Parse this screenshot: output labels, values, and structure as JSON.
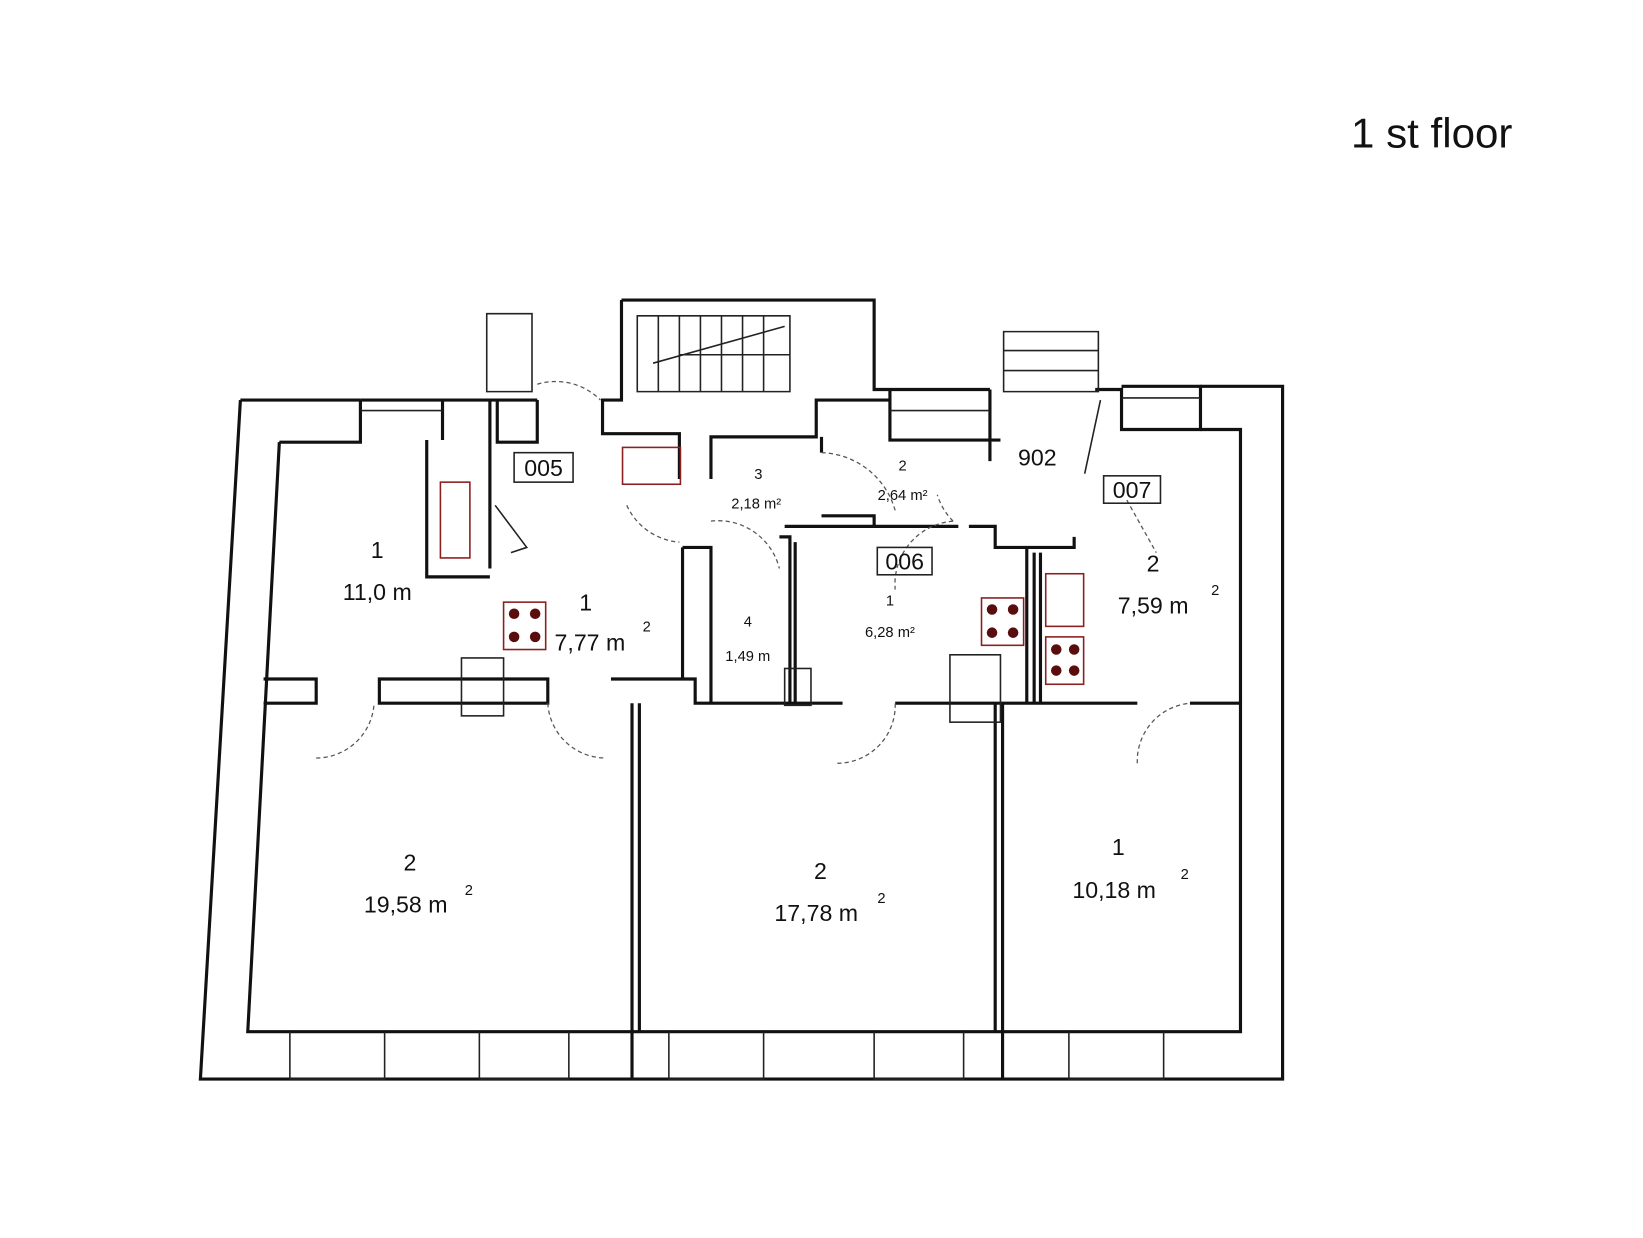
{
  "title": "1 st floor",
  "unit_tags": [
    "005",
    "006",
    "007",
    "902"
  ],
  "rooms": [
    {
      "num": "1",
      "area": "11,0 m"
    },
    {
      "num": "1",
      "area": "7,77 m",
      "sup": "2"
    },
    {
      "num": "3",
      "area": "2,18 m²"
    },
    {
      "num": "2",
      "area": "2,64 m²"
    },
    {
      "num": "4",
      "area": "1,49 m"
    },
    {
      "num": "1",
      "area": "6,28 m²"
    },
    {
      "num": "2",
      "area": "7,59 m",
      "sup": "2"
    },
    {
      "num": "2",
      "area": "19,58 m",
      "sup": "2"
    },
    {
      "num": "2",
      "area": "17,78 m",
      "sup": "2"
    },
    {
      "num": "1",
      "area": "10,18 m",
      "sup": "2"
    }
  ]
}
